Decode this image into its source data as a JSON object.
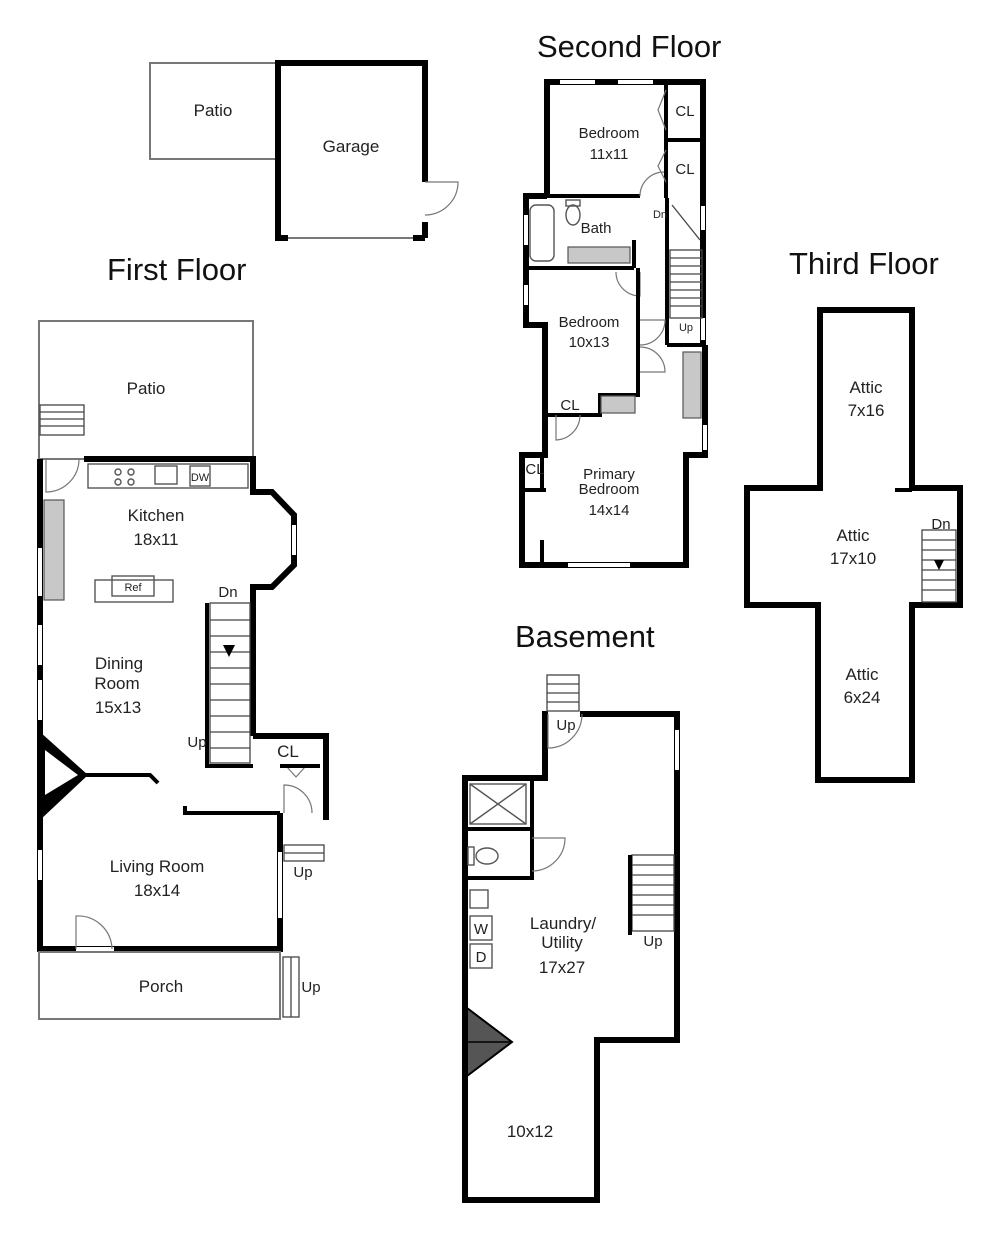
{
  "floors": {
    "first": {
      "title": "First Floor",
      "rooms": {
        "patio_top": "Patio",
        "garage": "Garage",
        "patio": "Patio",
        "kitchen_name": "Kitchen",
        "kitchen_size": "18x11",
        "ref": "Ref",
        "dw": "DW",
        "dining_name1": "Dining",
        "dining_name2": "Room",
        "dining_size": "15x13",
        "closet": "CL",
        "living_name": "Living Room",
        "living_size": "18x14",
        "porch": "Porch",
        "stair_dn": "Dn",
        "stair_up": "Up",
        "entry_up": "Up",
        "porch_up": "Up"
      }
    },
    "second": {
      "title": "Second Floor",
      "rooms": {
        "bedroom1_name": "Bedroom",
        "bedroom1_size": "11x11",
        "closet1": "CL",
        "closet2": "CL",
        "bath": "Bath",
        "stair_dn": "Dn",
        "stair_up": "Up",
        "bedroom2_name": "Bedroom",
        "bedroom2_size": "10x13",
        "closet3": "CL",
        "closet4": "CL",
        "primary_name1": "Primary",
        "primary_name2": "Bedroom",
        "primary_size": "14x14"
      }
    },
    "third": {
      "title": "Third Floor",
      "rooms": {
        "attic1_name": "Attic",
        "attic1_size": "7x16",
        "attic2_name": "Attic",
        "attic2_size": "17x10",
        "attic3_name": "Attic",
        "attic3_size": "6x24",
        "stair_dn": "Dn"
      }
    },
    "basement": {
      "title": "Basement",
      "rooms": {
        "stair_up_top": "Up",
        "laundry_name1": "Laundry/",
        "laundry_name2": "Utility",
        "laundry_size": "17x27",
        "washer": "W",
        "dryer": "D",
        "stair_up_side": "Up",
        "room_size": "10x12"
      }
    }
  }
}
